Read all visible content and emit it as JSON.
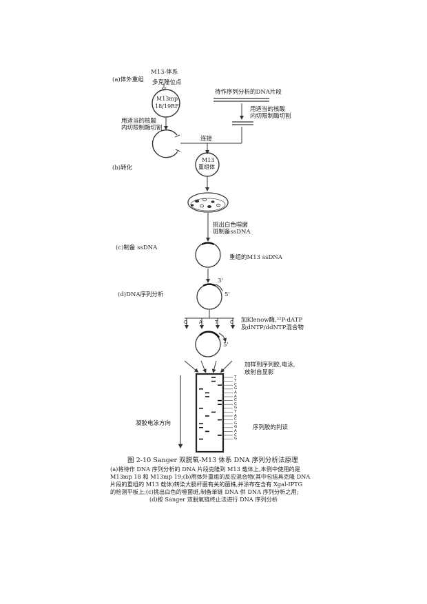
{
  "labels": {
    "system": "M13-体系",
    "step_a": "(a)体外重组",
    "mcs": "多克隆位点",
    "vector_line1": "M13mp",
    "vector_line2": "18/19RF",
    "digest_left_line1": "用适当的核酸",
    "digest_left_line2": "内切限制酶切割",
    "fragment": "待作序列分析的DNA片段",
    "digest_right_line1": "用适当的核酸",
    "digest_right_line2": "内切限制酶切割",
    "ligation": "连接",
    "recomb_line1": "M13",
    "recomb_line2": "重组体",
    "step_b": "(b)转化",
    "pick_line1": "挑出白色噬菌",
    "pick_line2": "斑制备ssDNA",
    "step_c": "(c)制备 ssDNA",
    "recomb_ss": "重组的M13 ssDNA",
    "end3": "3'",
    "end5": "5'",
    "step_d": "(d)DNA序列分析",
    "klenow_line1": "加Klenow酶,³²P-dATP",
    "klenow_line2": "及dNTP/ddNTP混合物",
    "lanes": [
      "G",
      "A",
      "T",
      "C"
    ],
    "end5b": "5'",
    "gel_line1": "加样到序列胶,电泳,",
    "gel_line2": "放射自显影",
    "direction": "凝胶电泳方向",
    "read": "序列胶的判读",
    "sequence": [
      "T",
      "T",
      "C",
      "G",
      "A",
      "A",
      "C",
      "C",
      "G",
      "T",
      "A",
      "C",
      "G",
      "G",
      "A",
      "C",
      "G"
    ]
  },
  "caption": {
    "title": "图 2-10   Sanger 双脱氧-M13 体系 DNA 序列分析法原理",
    "lines": [
      "(a)将待作 DNA 序列分析的 DNA 片段克隆到 M13 载体上,本例中使用的是",
      "M13mp 18 和 M13mp 19;(b)用体外重组的反应混合物(其中包括具克隆 DNA",
      "片段的重组的 M13 载体)转染大肠杆菌有关的菌株,并涂布在含有 Xgal-IPTG",
      "的检测平板上;(c)挑出白色的噬菌斑,制备单链 DNA 供 DNA 序列分析之用;",
      "(d)按 Sanger 双脱氧链终止法进行 DNA 序列分析"
    ]
  }
}
